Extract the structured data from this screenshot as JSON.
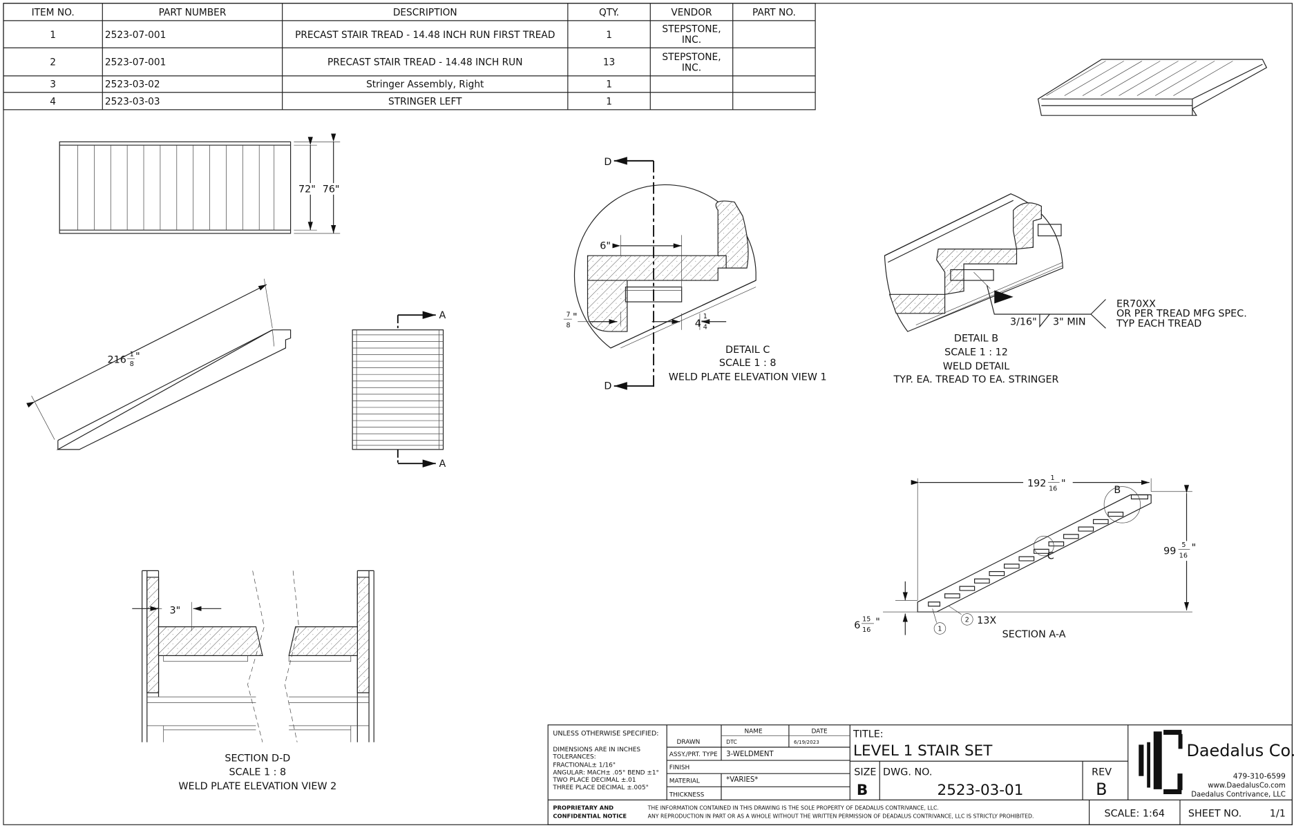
{
  "bom": {
    "headers": [
      "ITEM NO.",
      "PART NUMBER",
      "DESCRIPTION",
      "QTY.",
      "VENDOR",
      "PART NO."
    ],
    "rows": [
      {
        "item": "1",
        "part_number": "2523-07-001",
        "description": "PRECAST STAIR TREAD - 14.48 INCH RUN FIRST TREAD",
        "qty": "1",
        "vendor_l1": "STEPSTONE,",
        "vendor_l2": "INC.",
        "part_no": ""
      },
      {
        "item": "2",
        "part_number": "2523-07-001",
        "description": "PRECAST STAIR TREAD - 14.48 INCH RUN",
        "qty": "13",
        "vendor_l1": "STEPSTONE,",
        "vendor_l2": "INC.",
        "part_no": ""
      },
      {
        "item": "3",
        "part_number": "2523-03-02",
        "description": "Stringer Assembly, Right",
        "qty": "1",
        "vendor_l1": "",
        "vendor_l2": "",
        "part_no": ""
      },
      {
        "item": "4",
        "part_number": "2523-03-03",
        "description": "STRINGER LEFT",
        "qty": "1",
        "vendor_l1": "",
        "vendor_l2": "",
        "part_no": ""
      }
    ]
  },
  "views": {
    "top": {
      "dim_inner": "72\"",
      "dim_outer": "76\""
    },
    "stringer": {
      "length_whole": "216",
      "length_num": "1",
      "length_den": "8",
      "inch": "\""
    },
    "plan": {
      "section_label": "A"
    },
    "detail_c": {
      "cut_label": "D",
      "dim_6": "6\"",
      "dim_78_num": "7",
      "dim_78_den": "8",
      "inch": "\"",
      "dim_414_whole": "4",
      "dim_414_num": "1",
      "dim_414_den": "4",
      "caption": [
        "DETAIL C",
        "SCALE 1 : 8",
        "WELD PLATE ELEVATION VIEW 1"
      ]
    },
    "detail_b": {
      "weld_size": "3/16\"",
      "weld_length": "3\" MIN",
      "note": [
        "ER70XX",
        "OR PER TREAD MFG SPEC.",
        "TYP EACH TREAD"
      ],
      "caption": [
        "DETAIL B",
        "SCALE 1 : 12",
        "WELD DETAIL",
        "TYP. EA. TREAD TO EA. STRINGER"
      ]
    },
    "section_aa": {
      "run_whole": "192",
      "run_num": "1",
      "run_den": "16",
      "rise_whole": "99",
      "rise_num": "5",
      "rise_den": "16",
      "first_whole": "6",
      "first_num": "15",
      "first_den": "16",
      "inch": "\"",
      "balloon_1": "1",
      "balloon_2": "2",
      "qty_13x": "13X",
      "detail_b_label": "B",
      "detail_c_label": "C",
      "caption": "SECTION A-A"
    },
    "section_dd": {
      "dim_3": "3\"",
      "caption": [
        "SECTION D-D",
        "SCALE 1 : 8",
        "WELD PLATE ELEVATION VIEW 2"
      ]
    }
  },
  "title_block": {
    "notes": [
      "UNLESS OTHERWISE SPECIFIED:",
      "DIMENSIONS ARE IN INCHES",
      "TOLERANCES:",
      "FRACTIONAL± 1/16\"",
      "ANGULAR: MACH± .05° BEND ±1°",
      "TWO PLACE DECIMAL   ±.01",
      "THREE PLACE DECIMAL  ±.005\""
    ],
    "name_header": "NAME",
    "date_header": "DATE",
    "drawn_label": "DRAWN",
    "drawn_name": "DTC",
    "drawn_date": "6/19/2023",
    "assy_label": "ASSY./PRT. TYPE",
    "assy_value": "3-WELDMENT",
    "finish_label": "FINISH",
    "finish_value": "",
    "material_label": "MATERIAL",
    "material_value": "*VARIES*",
    "thickness_label": "THICKNESS",
    "thickness_value": "",
    "title_label": "TITLE:",
    "title": "LEVEL 1 STAIR SET",
    "size_label": "SIZE",
    "size": "B",
    "dwg_label": "DWG.  NO.",
    "dwg_no": "2523-03-01",
    "rev_label": "REV",
    "rev": "B",
    "company": "Daedalus Co.",
    "phone": "479-310-6599",
    "website": "www.DaedalusCo.com",
    "legal_name": "Daedalus Contrivance, LLC",
    "notice_label": [
      "PROPRIETARY AND",
      "CONFIDENTIAL NOTICE"
    ],
    "notice_text": [
      "THE INFORMATION CONTAINED IN THIS DRAWING IS THE SOLE PROPERTY OF DEADALUS CONTRIVANCE, LLC.",
      "ANY REPRODUCTION IN PART OR AS A WHOLE WITHOUT THE WRITTEN PERMISSION OF DEADALUS CONTRIVANCE, LLC IS STRICTLY PROHIBITED."
    ],
    "scale": "SCALE: 1:64",
    "sheet_label": "SHEET NO.",
    "sheet": "1/1"
  }
}
